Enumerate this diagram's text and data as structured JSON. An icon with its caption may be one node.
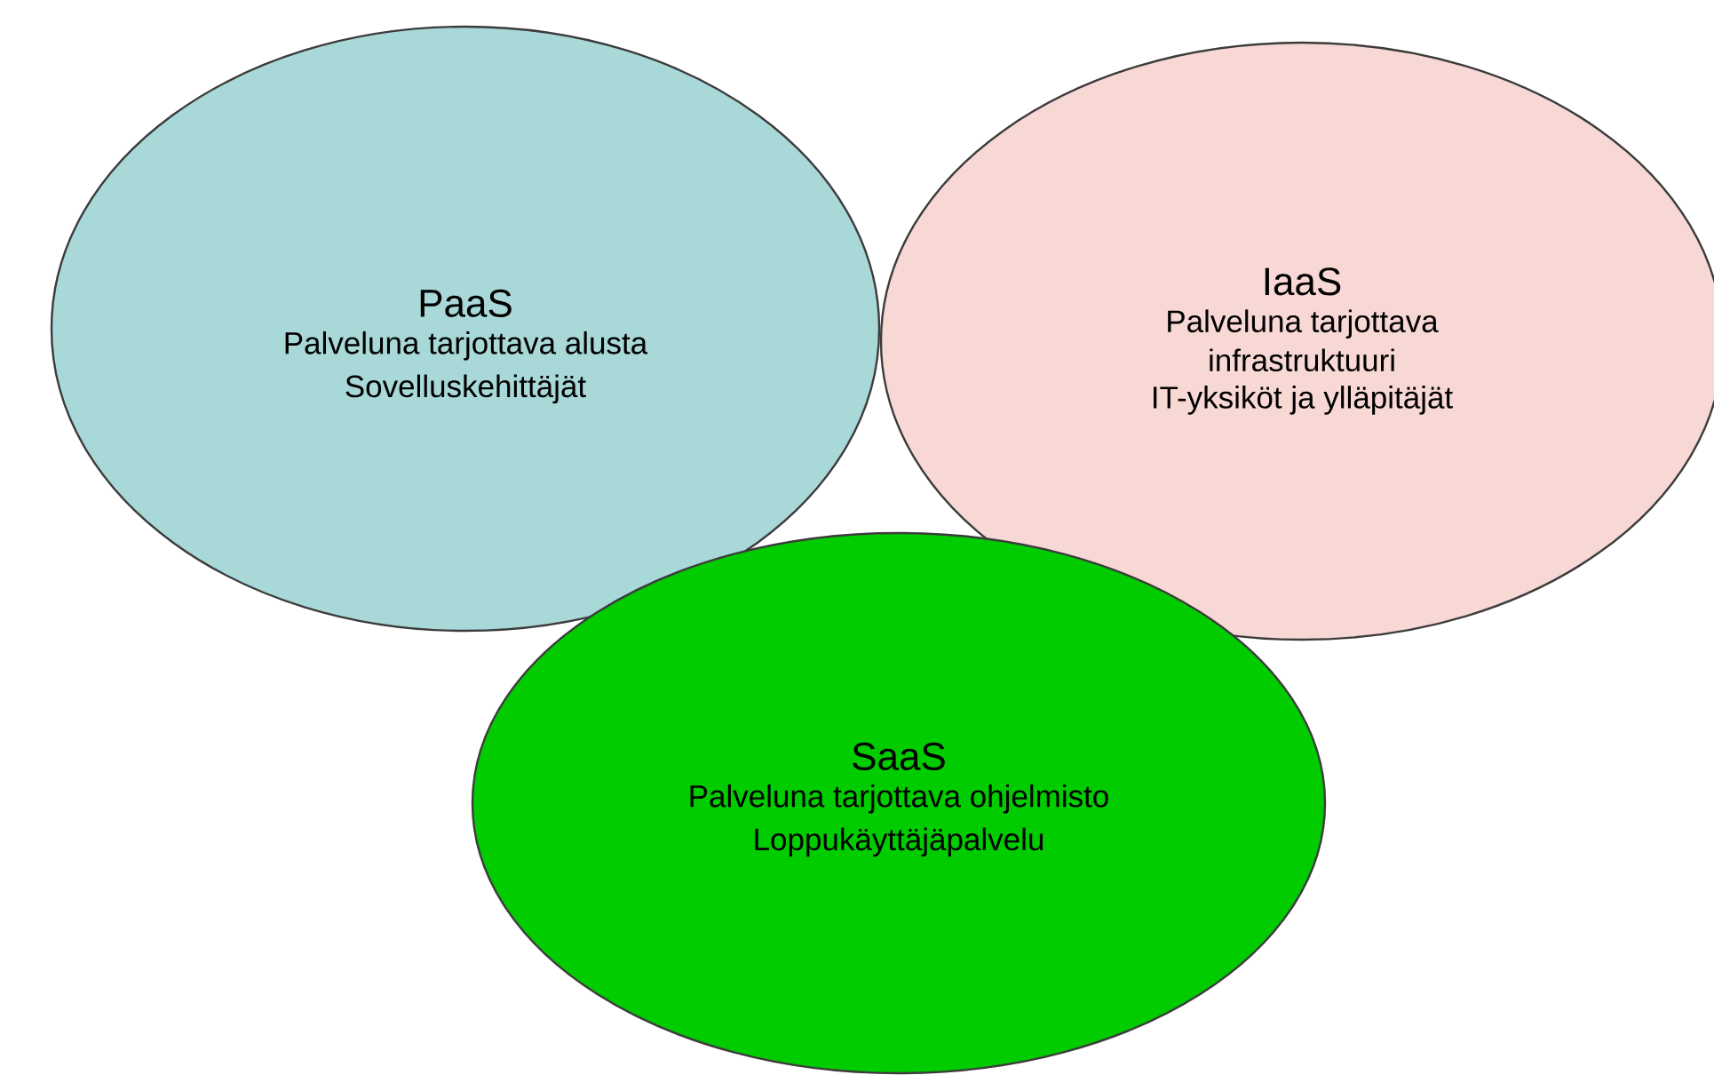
{
  "diagram": {
    "nodes": [
      {
        "text": [
          "PaaS",
          "Palveluna tarjottava alusta",
          "Sovelluskehittäjät"
        ]
      },
      {
        "text": [
          "IaaS",
          "Palveluna tarjottava infrastruktuuri",
          "IT-yksiköt ja ylläpitäjät"
        ]
      },
      {
        "text": [
          "SaaS",
          "Palveluna tarjottava ohjelmisto",
          "Loppukäyttäjäpalvelu"
        ]
      }
    ]
  }
}
